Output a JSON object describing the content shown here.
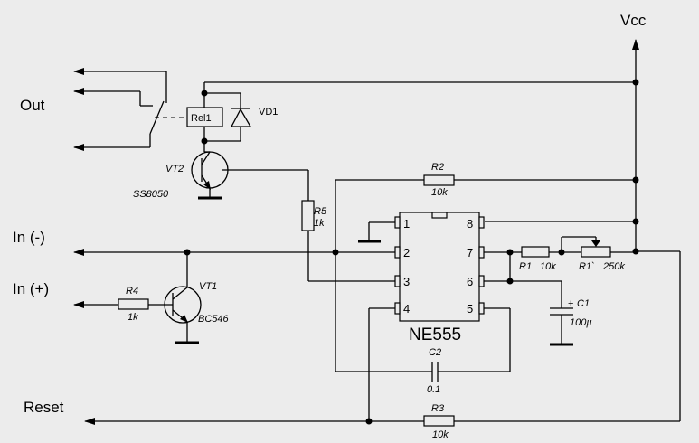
{
  "labels": {
    "vcc": "Vcc",
    "out": "Out",
    "in_minus": "In (-)",
    "in_plus": "In (+)",
    "reset": "Reset",
    "ic": "NE555"
  },
  "components": {
    "rel1": "Rel1",
    "vd1": "VD1",
    "vt2": "VT2",
    "vt2_part": "SS8050",
    "vt1": "VT1",
    "vt1_part": "BC546",
    "r1": "R1",
    "r1_val": "10k",
    "r1p": "R1`",
    "r1p_val": "250k",
    "r2": "R2",
    "r2_val": "10k",
    "r3": "R3",
    "r3_val": "10k",
    "r4": "R4",
    "r4_val": "1k",
    "r5": "R5",
    "r5_val": "1k",
    "c1": "C1",
    "c1_val": "100µ",
    "c1_pol": "+",
    "c2": "C2",
    "c2_val": "0.1"
  },
  "pins": {
    "p1": "1",
    "p2": "2",
    "p3": "3",
    "p4": "4",
    "p5": "5",
    "p6": "6",
    "p7": "7",
    "p8": "8"
  }
}
